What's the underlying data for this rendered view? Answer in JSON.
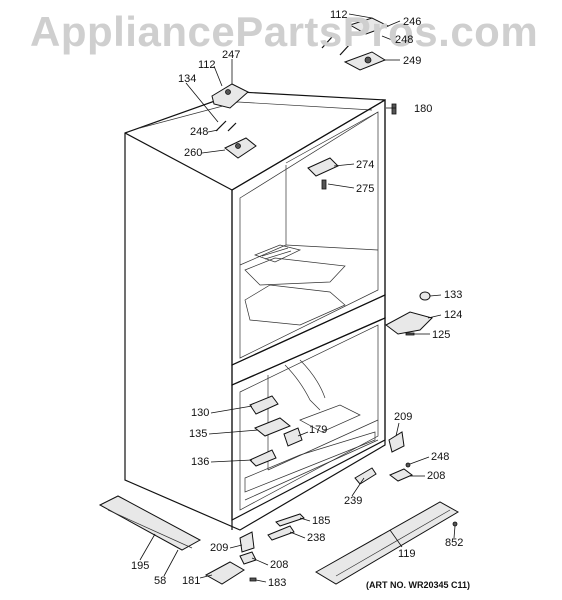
{
  "watermark": "AppliancePartsPros.com",
  "art_number": "(ART NO. WR20345 C11)",
  "callouts": [
    {
      "id": "c112a",
      "text": "112"
    },
    {
      "id": "c246",
      "text": "246"
    },
    {
      "id": "c248a",
      "text": "248"
    },
    {
      "id": "c249",
      "text": "249"
    },
    {
      "id": "c112b",
      "text": "112"
    },
    {
      "id": "c247",
      "text": "247"
    },
    {
      "id": "c134",
      "text": "134"
    },
    {
      "id": "c180",
      "text": "180"
    },
    {
      "id": "c248b",
      "text": "248"
    },
    {
      "id": "c260",
      "text": "260"
    },
    {
      "id": "c274",
      "text": "274"
    },
    {
      "id": "c275",
      "text": "275"
    },
    {
      "id": "c133",
      "text": "133"
    },
    {
      "id": "c124",
      "text": "124"
    },
    {
      "id": "c125",
      "text": "125"
    },
    {
      "id": "c130",
      "text": "130"
    },
    {
      "id": "c209a",
      "text": "209"
    },
    {
      "id": "c135",
      "text": "135"
    },
    {
      "id": "c179",
      "text": "179"
    },
    {
      "id": "c248c",
      "text": "248"
    },
    {
      "id": "c136",
      "text": "136"
    },
    {
      "id": "c208a",
      "text": "208"
    },
    {
      "id": "c239",
      "text": "239"
    },
    {
      "id": "c185",
      "text": "185"
    },
    {
      "id": "c238",
      "text": "238"
    },
    {
      "id": "c195",
      "text": "195"
    },
    {
      "id": "c209b",
      "text": "209"
    },
    {
      "id": "c119",
      "text": "119"
    },
    {
      "id": "c852",
      "text": "852"
    },
    {
      "id": "c208b",
      "text": "208"
    },
    {
      "id": "c58",
      "text": "58"
    },
    {
      "id": "c181",
      "text": "181"
    },
    {
      "id": "c183",
      "text": "183"
    }
  ]
}
